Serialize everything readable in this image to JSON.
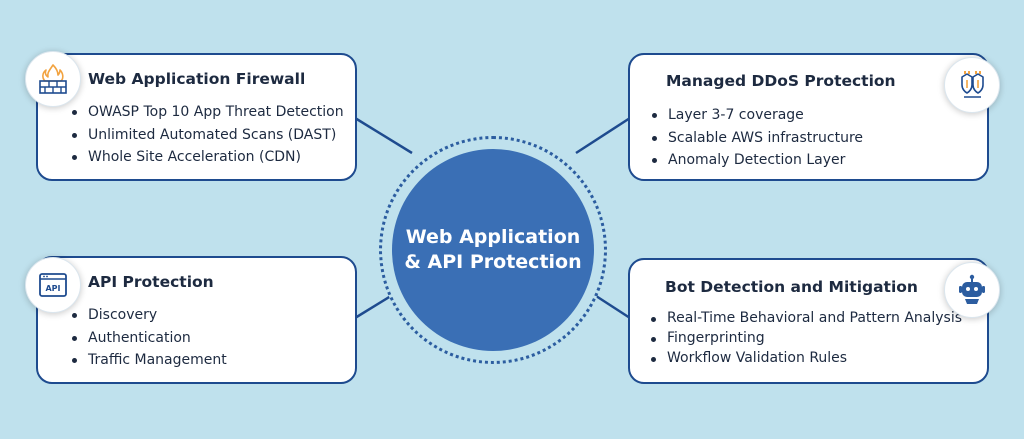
{
  "center": {
    "line1": "Web Application",
    "line2": "& API Protection"
  },
  "cards": [
    {
      "id": "waf",
      "title": "Web Application Firewall",
      "icon": "firewall-icon",
      "items": [
        "OWASP Top 10 App Threat Detection",
        "Unlimited Automated Scans (DAST)",
        "Whole Site Acceleration (CDN)"
      ]
    },
    {
      "id": "api",
      "title": "API Protection",
      "icon": "api-window-icon",
      "icon_text": "API",
      "items": [
        "Discovery",
        "Authentication",
        "Traffic Management"
      ]
    },
    {
      "id": "ddos",
      "title": "Managed DDoS Protection",
      "icon": "ddos-shield-icon",
      "items": [
        "Layer 3-7 coverage",
        "Scalable AWS infrastructure",
        "Anomaly Detection Layer"
      ]
    },
    {
      "id": "bot",
      "title": "Bot Detection and Mitigation",
      "icon": "robot-icon",
      "items": [
        "Real-Time Behavioral and Pattern Analysis",
        "Fingerprinting",
        "Workflow Validation Rules"
      ]
    }
  ],
  "colors": {
    "background": "#bfe1ed",
    "border": "#1e4b8f",
    "center_fill": "#3a6fb5",
    "text": "#1d2a40",
    "accent": "#f2a340"
  }
}
